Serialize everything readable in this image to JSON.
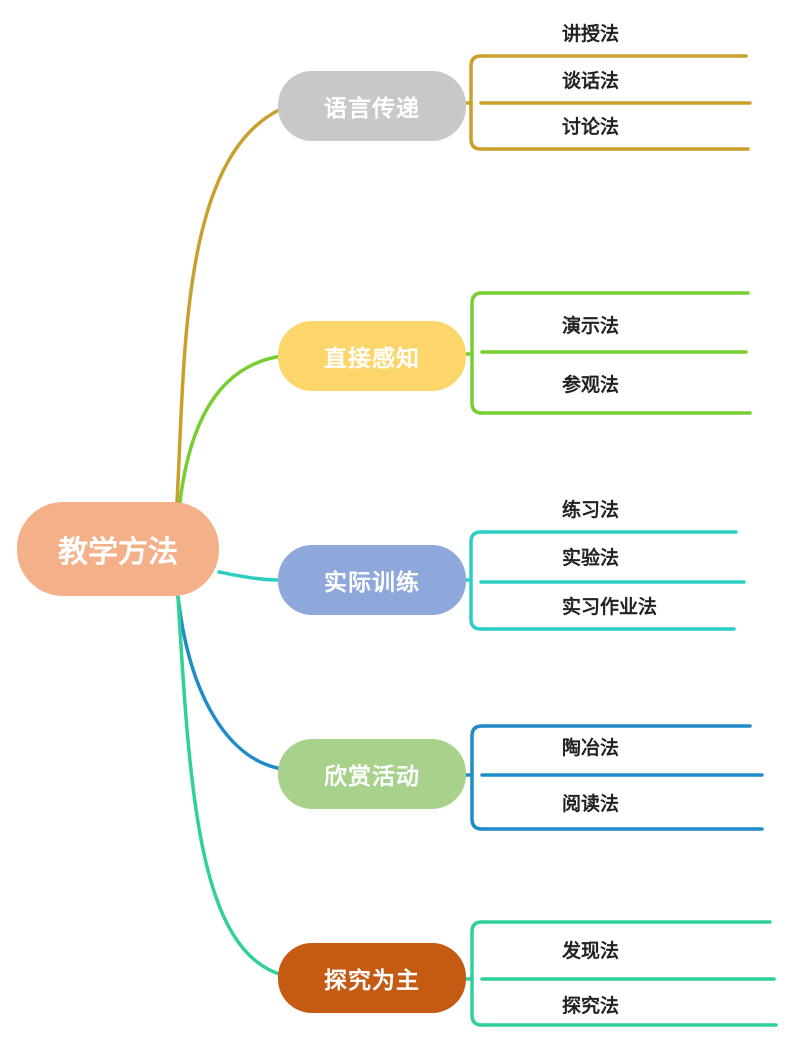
{
  "root": {
    "label": "教学方法",
    "color": "#f3b089"
  },
  "branches": [
    {
      "label": "语言传递",
      "color": "#c8c8c8",
      "line_color": "#c9a02c",
      "leaves": [
        "讲授法",
        "谈话法",
        "讨论法"
      ]
    },
    {
      "label": "直接感知",
      "color": "#fdd66b",
      "line_color": "#78cd31",
      "leaves": [
        "演示法",
        "参观法"
      ]
    },
    {
      "label": "实际训练",
      "color": "#8fa8dc",
      "line_color": "#2ecdc3",
      "leaves": [
        "练习法",
        "实验法",
        "实习作业法"
      ]
    },
    {
      "label": "欣赏活动",
      "color": "#a8d18c",
      "line_color": "#1f8cc8",
      "leaves": [
        "陶冶法",
        "阅读法"
      ]
    },
    {
      "label": "探究为主",
      "color": "#c55a12",
      "line_color": "#2fd09a",
      "leaves": [
        "发现法",
        "探究法"
      ]
    }
  ]
}
